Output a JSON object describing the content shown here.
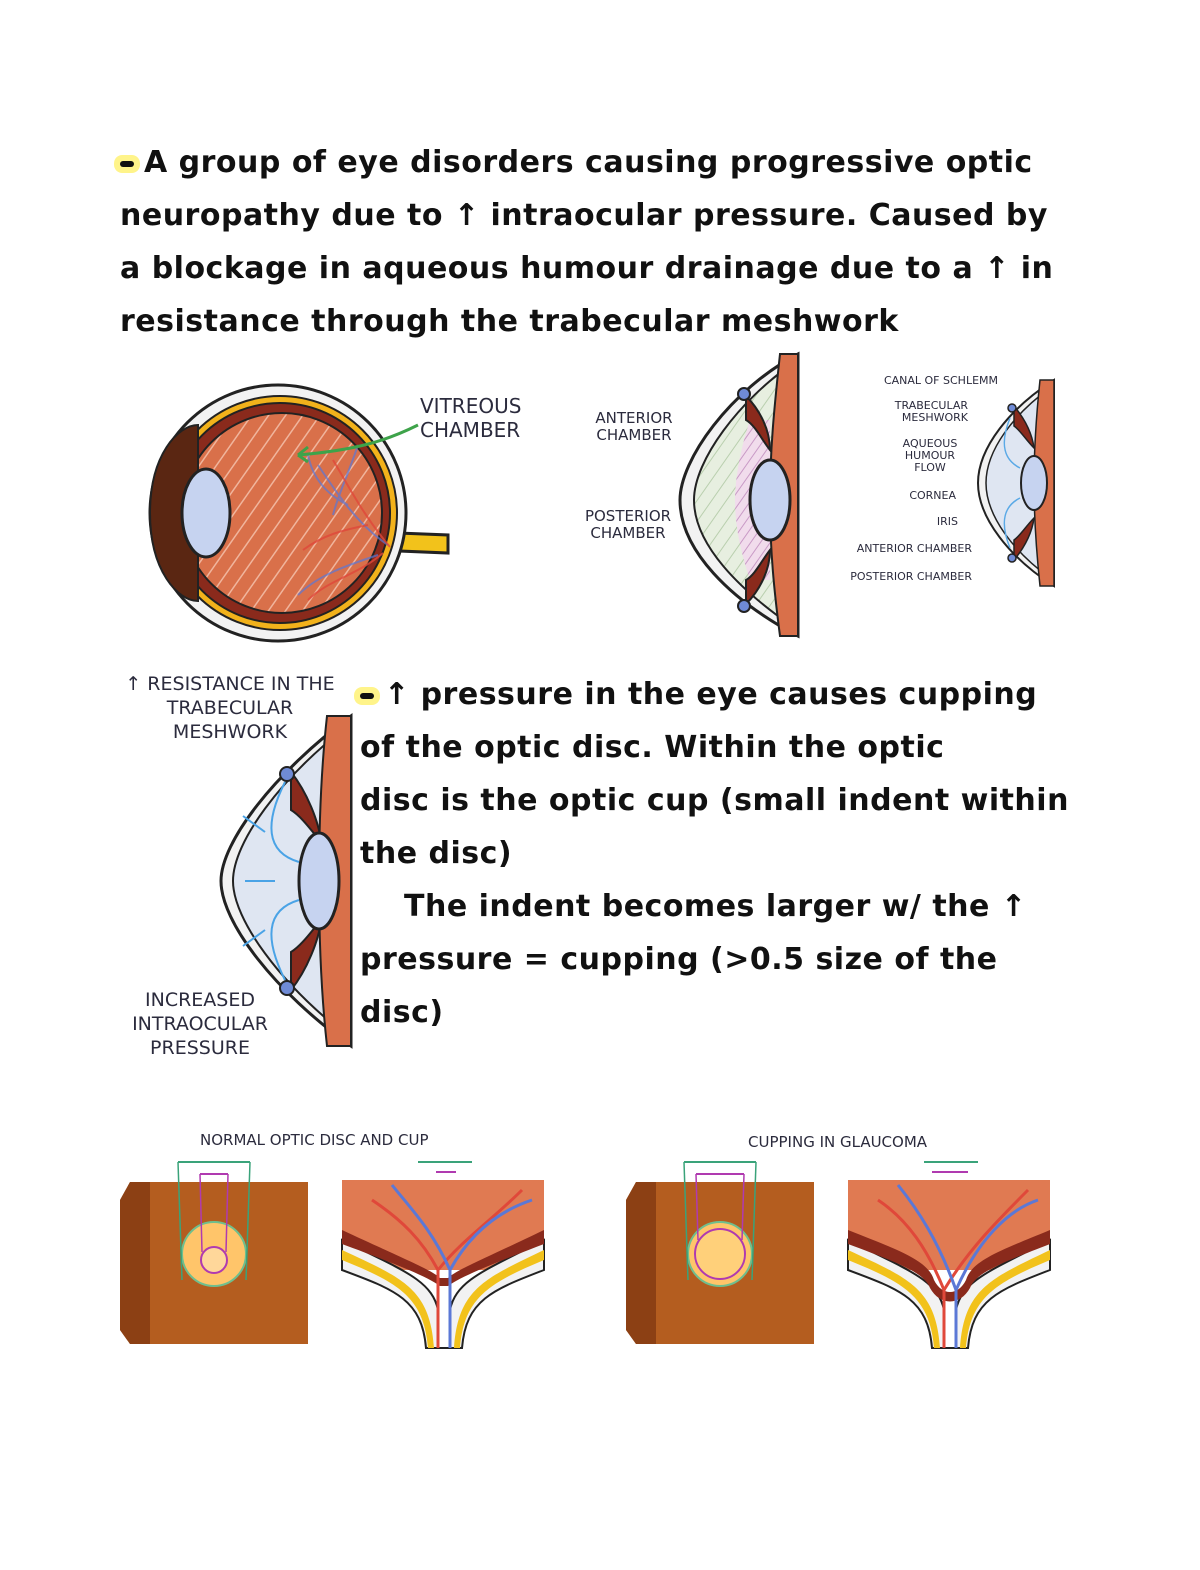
{
  "paragraph_1": {
    "lines": [
      "A group of eye disorders causing progressive optic",
      "neuropathy due to ↑ intraocular pressure. Caused by",
      "a blockage in aqueous humour drainage due to a ↑ in",
      "resistance through the trabecular meshwork"
    ]
  },
  "paragraph_2": {
    "lines": [
      "↑ pressure in the eye causes cupping",
      "of the optic disc. Within the optic",
      "disc is the optic cup (small indent within",
      "the disc)",
      "The indent becomes larger w/ the ↑",
      "pressure = cupping (>0.5 size of the",
      "disc)"
    ]
  },
  "diagram_eye": {
    "label": "VITREOUS CHAMBER"
  },
  "diagram_chambers": {
    "anterior_label": "ANTERIOR CHAMBER",
    "posterior_label": "POSTERIOR CHAMBER"
  },
  "diagram_flow": {
    "labels": {
      "canal": "CANAL OF SCHLEMM",
      "trabecular": "TRABECULAR MESHWORK",
      "aqueous": "AQUEOUS HUMOUR FLOW",
      "cornea": "CORNEA",
      "iris": "IRIS",
      "anterior": "ANTERIOR CHAMBER",
      "posterior": "POSTERIOR CHAMBER"
    }
  },
  "diagram_pressure": {
    "top_label": "↑ RESISTANCE IN THE TRABECULAR MESHWORK",
    "bottom_label": "INCREASED INTRAOCULAR PRESSURE"
  },
  "diagram_disc": {
    "normal_title": "NORMAL OPTIC DISC AND CUP",
    "glaucoma_title": "CUPPING IN GLAUCOMA"
  },
  "colors": {
    "sclera": "#f2f2f2",
    "choroid": "#8a2a1c",
    "retina": "#d9704a",
    "lens": "#c6d3f0",
    "nerve": "#f2c21b",
    "highlight": "#fff48a",
    "fundus": "#b45d1f",
    "disc": "#ffc56a"
  }
}
